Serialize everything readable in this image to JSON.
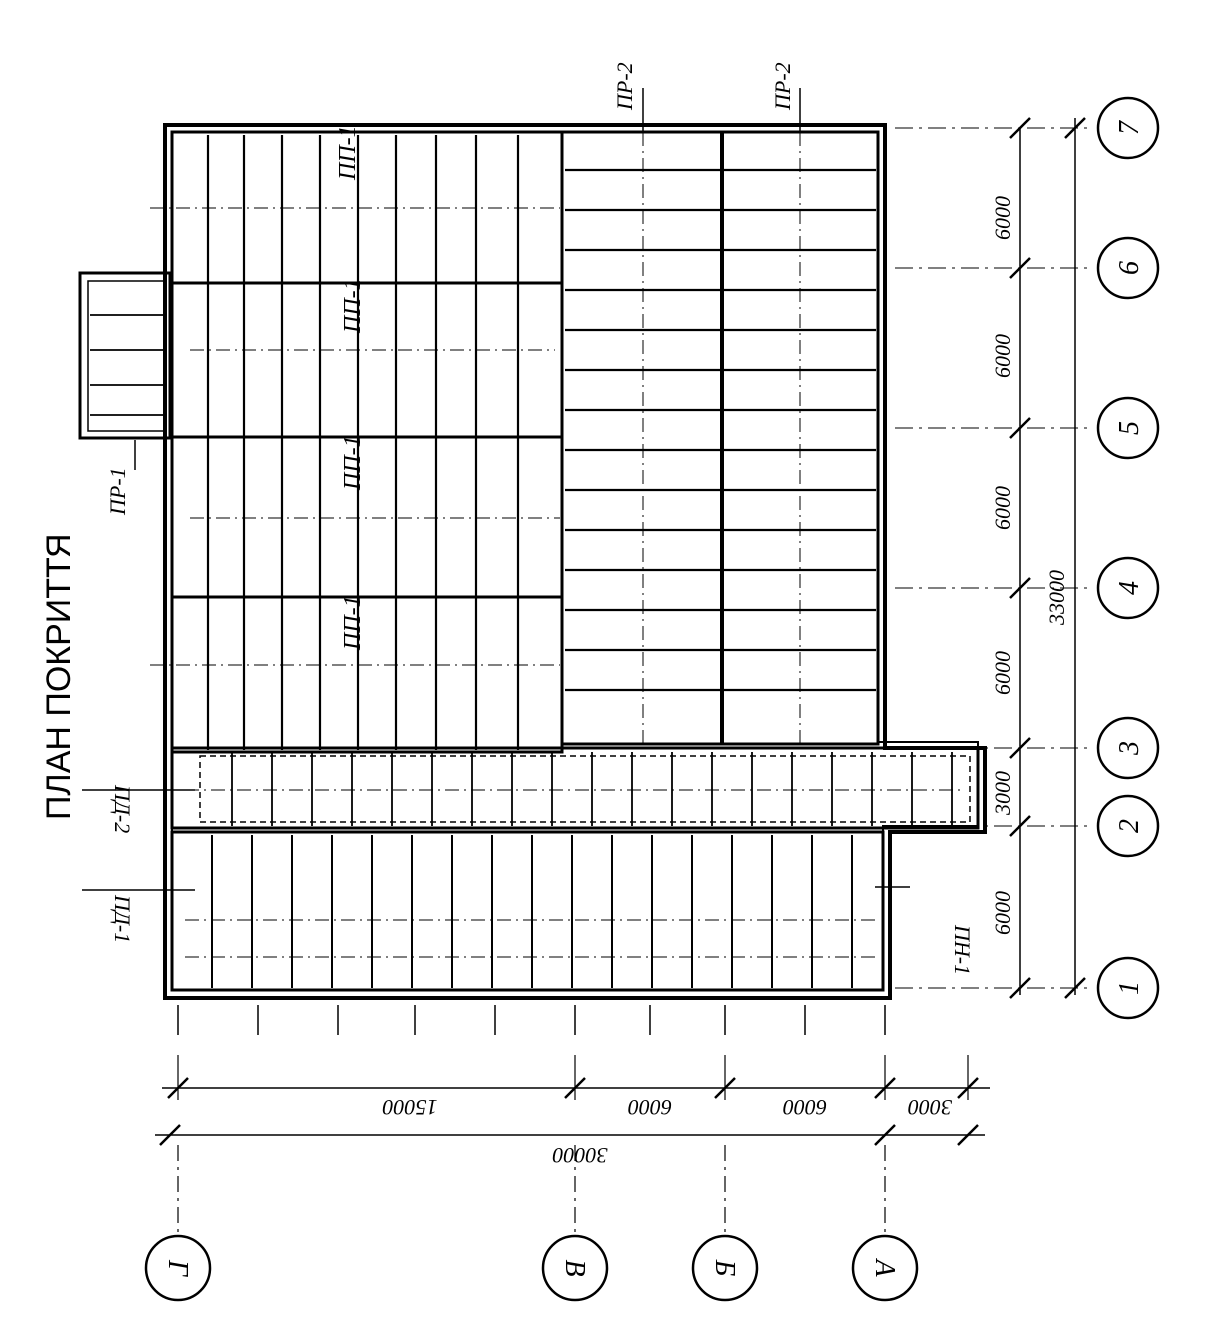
{
  "title": "ПЛАН ПОКРИТТЯ",
  "axes_numeric": [
    "1",
    "2",
    "3",
    "4",
    "5",
    "6",
    "7"
  ],
  "axes_letter": [
    "А",
    "Б",
    "В",
    "Г"
  ],
  "dims_right": {
    "spans": [
      "6000",
      "3000",
      "6000",
      "6000",
      "6000",
      "6000"
    ],
    "total": "33000"
  },
  "dims_bottom": {
    "spans": [
      "15000",
      "6000",
      "6000",
      "3000"
    ],
    "total": "30000"
  },
  "marks": {
    "pp1": "ПП-1",
    "pr1": "ПР-1",
    "pr2": "ПР-2",
    "pd1": "ПД-1",
    "pd2": "ПД-2",
    "pn1": "ПН-1"
  },
  "colors": {
    "ink": "#000000",
    "paper": "#ffffff"
  }
}
